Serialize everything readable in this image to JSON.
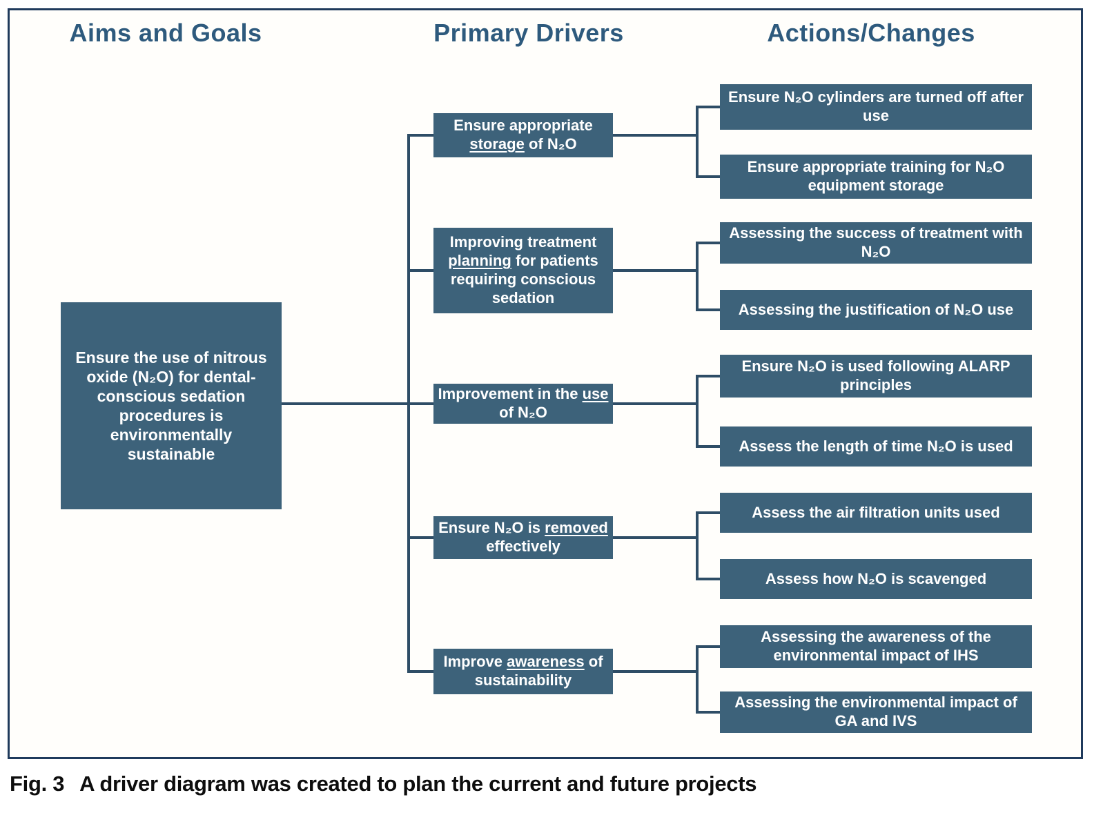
{
  "headers": {
    "aims": "Aims and Goals",
    "drivers": "Primary Drivers",
    "actions": "Actions/Changes"
  },
  "aim": {
    "label": "Ensure the use of nitrous oxide (N₂O) for dental-conscious sedation procedures is environmentally sustainable"
  },
  "drivers": [
    {
      "name": "storage",
      "segments": [
        {
          "t": "Ensure appropriate "
        },
        {
          "t": "storage",
          "em": true
        },
        {
          "t": " of N₂O"
        }
      ]
    },
    {
      "name": "planning",
      "segments": [
        {
          "t": "Improving treatment "
        },
        {
          "t": "planning",
          "em": true
        },
        {
          "t": " for patients requiring conscious sedation"
        }
      ]
    },
    {
      "name": "use",
      "segments": [
        {
          "t": "Improvement in the "
        },
        {
          "t": "use",
          "em": true
        },
        {
          "t": " of N₂O"
        }
      ]
    },
    {
      "name": "removal",
      "segments": [
        {
          "t": "Ensure N₂O is "
        },
        {
          "t": "removed",
          "em": true
        },
        {
          "t": " effectively"
        }
      ]
    },
    {
      "name": "awareness",
      "segments": [
        {
          "t": "Improve "
        },
        {
          "t": "awareness",
          "em": true
        },
        {
          "t": " of sustainability"
        }
      ]
    }
  ],
  "actions": [
    {
      "label": "Ensure N₂O cylinders are turned off after use"
    },
    {
      "label": "Ensure appropriate training for N₂O equipment storage"
    },
    {
      "label": "Assessing the success of treatment with N₂O"
    },
    {
      "label": "Assessing the justification of N₂O use"
    },
    {
      "label": "Ensure N₂O is used following ALARP principles"
    },
    {
      "label": "Assess the length of time N₂O is used"
    },
    {
      "label": "Assess the air filtration units used"
    },
    {
      "label": "Assess how N₂O is scavenged"
    },
    {
      "label": "Assessing the awareness of the environmental impact of IHS"
    },
    {
      "label": "Assessing the environmental impact of GA and IVS"
    }
  ],
  "caption": {
    "fig": "Fig. 3",
    "text": "A driver diagram was created to plan the current and future projects"
  },
  "colors": {
    "box_fill": "#3d627a",
    "header_text": "#2e5a7d",
    "connector_line": "#2e4d66",
    "frame_border": "#1f3a5c",
    "box_text": "#ffffff",
    "caption_text": "#0d0d0d"
  }
}
